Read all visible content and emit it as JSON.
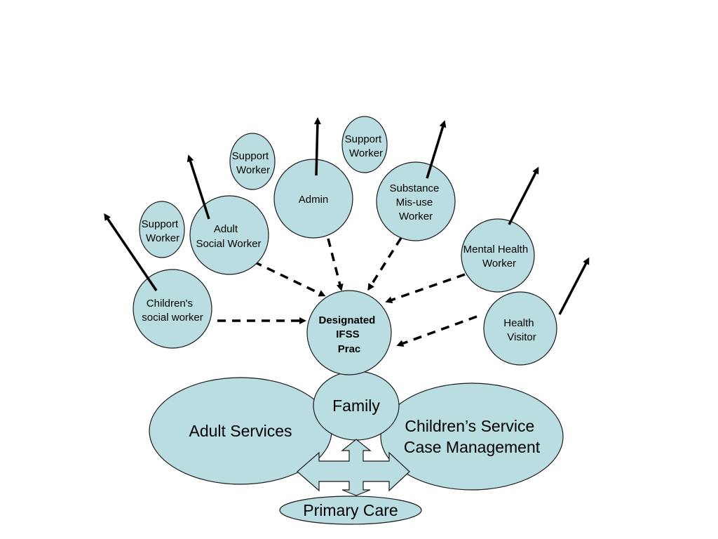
{
  "nodes": {
    "childrens_social_worker": [
      "Children's",
      "social worker"
    ],
    "support_worker_left": [
      "Support",
      "Worker"
    ],
    "adult_social_worker": [
      "Adult",
      "Social Worker"
    ],
    "support_worker_mid": [
      "Support",
      "Worker"
    ],
    "admin": [
      "Admin"
    ],
    "support_worker_right": [
      "Support",
      "Worker"
    ],
    "substance_misuse_worker": [
      "Substance",
      "Mis-use",
      "Worker"
    ],
    "mental_health_worker": [
      "Mental Health",
      "Worker"
    ],
    "health_visitor": [
      "Health",
      "Visitor"
    ],
    "designated_ifss_prac": [
      "Designated",
      "IFSS",
      "Prac"
    ],
    "family": [
      "Family"
    ],
    "adult_services": [
      "Adult Services"
    ],
    "childrens_service": [
      "Children’s Service",
      "Case Management"
    ],
    "primary_care": [
      "Primary Care"
    ]
  },
  "colors": {
    "node_fill": "#b9dde0",
    "stroke": "#1a1a1a"
  }
}
